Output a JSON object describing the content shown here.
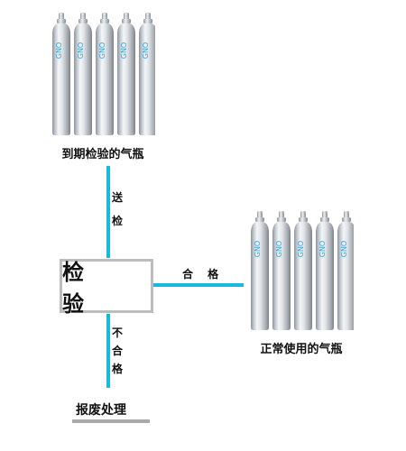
{
  "top_group": {
    "caption": "到期检验的气瓶",
    "count": 5,
    "label_text": "GNO"
  },
  "right_group": {
    "caption": "正常使用的气瓶",
    "count": 5,
    "label_text": "GNO"
  },
  "center_box": {
    "label": "检 验"
  },
  "edge_send": {
    "chars": [
      "送",
      "检"
    ]
  },
  "edge_pass": {
    "label": "合 格"
  },
  "edge_fail": {
    "chars": [
      "不",
      "合",
      "格"
    ]
  },
  "scrap": {
    "label": "报废处理"
  },
  "colors": {
    "connector": "#19b9dc",
    "cylinder_label": "#2aa7e0",
    "box_border": "#bdbdbd"
  }
}
